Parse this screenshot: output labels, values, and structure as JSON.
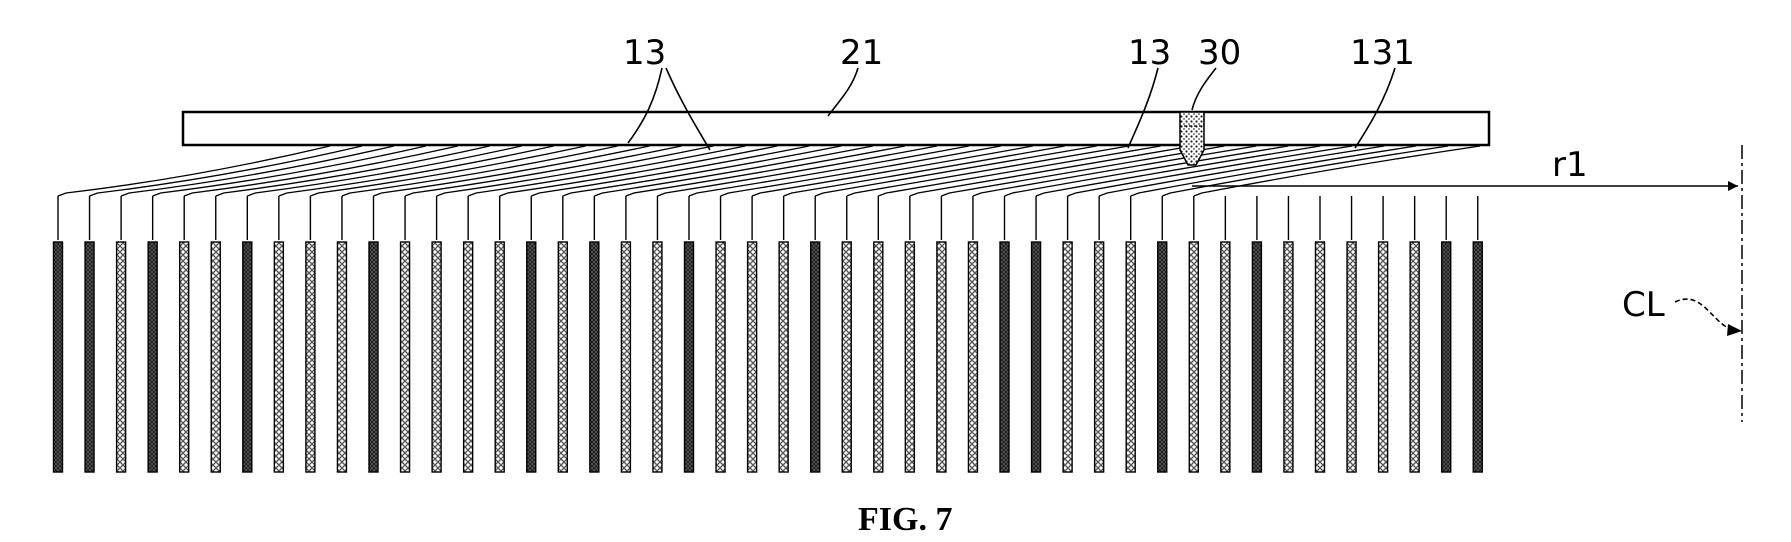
{
  "figure": {
    "caption": "FIG. 7",
    "labels": {
      "wires_left": "13",
      "plate": "21",
      "wires_right": "13",
      "probe": "30",
      "wire_end": "131",
      "radius": "r1",
      "centerline": "CL"
    },
    "wire_count": 46,
    "short_wire_count": 9,
    "colors": {
      "line": "#000000",
      "fiber_dark": "#111111",
      "fiber_light": "#8a8a8a",
      "probe_fill": "#bdbdbd",
      "background": "#ffffff"
    }
  }
}
